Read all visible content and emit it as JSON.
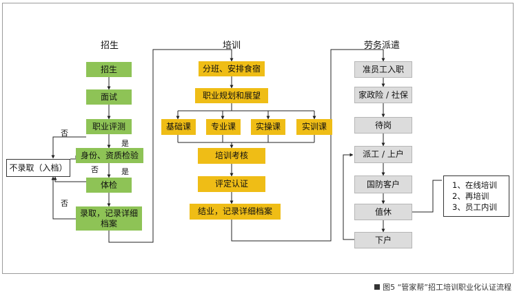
{
  "sections": {
    "recruit": "招生",
    "training": "培训",
    "dispatch": "劳务派遣"
  },
  "recruit_nodes": {
    "enroll": "招生",
    "interview": "面试",
    "career_eval": "职业评测",
    "id_check": "身份、资质检验",
    "physical": "体检",
    "admit": "录取，记录详细档案"
  },
  "reject_box": "不录取（入档）",
  "branch_labels": {
    "no_1": "否",
    "yes_1": "是",
    "no_2": "否",
    "yes_2": "是",
    "no_3": "否"
  },
  "training_nodes": {
    "assign": "分班、安排食宿",
    "career_plan": "职业规划和展望",
    "basic": "基础课",
    "major": "专业课",
    "practical": "实操课",
    "internship": "实训课",
    "exam": "培训考核",
    "certify": "评定认证",
    "graduate": "结业，记录详细档案"
  },
  "dispatch_nodes": {
    "pre_employee": "准员工入职",
    "insurance": "家政险 / 社保",
    "standby": "待岗",
    "dispatch": "派工 / 上户",
    "defense_client": "国防客户",
    "rest": "值休",
    "off_duty": "下户"
  },
  "rest_notes": [
    "1、在线培训",
    "2、再培训",
    "3、员工内训"
  ],
  "caption": "图5 “管家帮”招工培训职业化认证流程",
  "colors": {
    "recruit_fill": "#8ec356",
    "training_fill": "#efbd16",
    "dispatch_fill": "#dcdcdc"
  }
}
